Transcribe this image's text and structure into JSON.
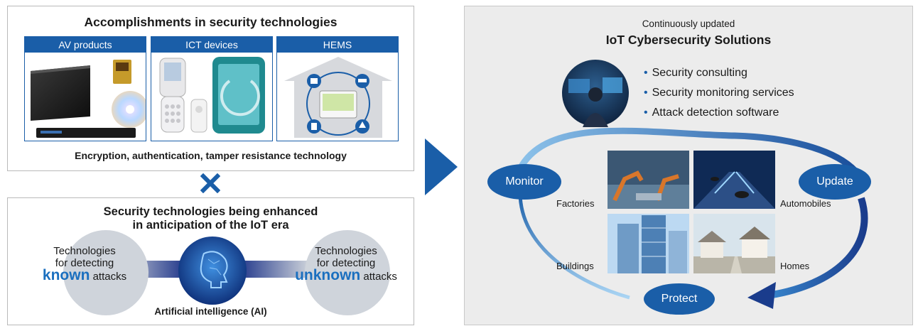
{
  "accomplishments": {
    "title": "Accomplishments in security technologies",
    "columns": [
      {
        "label": "AV products"
      },
      {
        "label": "ICT devices"
      },
      {
        "label": "HEMS"
      }
    ],
    "footer": "Encryption, authentication, tamper resistance technology"
  },
  "enhanced": {
    "title_line1": "Security technologies being enhanced",
    "title_line2": "in anticipation of the IoT era",
    "left": {
      "line1": "Technologies",
      "line2": "for detecting",
      "strong": "known",
      "tail": " attacks"
    },
    "right": {
      "line1": "Technologies",
      "line2": "for detecting",
      "strong": "unknown",
      "tail": " attacks"
    },
    "ai_caption": "Artificial intelligence (AI)"
  },
  "iot": {
    "subtitle": "Continuously updated",
    "title": "IoT Cybersecurity Solutions",
    "services": [
      "Security consulting",
      "Security monitoring services",
      "Attack detection software"
    ],
    "cycle": {
      "monitor": "Monitor",
      "update": "Update",
      "protect": "Protect"
    },
    "places": {
      "factories": "Factories",
      "automobiles": "Automobiles",
      "buildings": "Buildings",
      "homes": "Homes"
    }
  },
  "colors": {
    "brand_blue": "#1a5ea8",
    "accent_blue": "#1a6fbf",
    "panel_gray": "#ececec"
  }
}
